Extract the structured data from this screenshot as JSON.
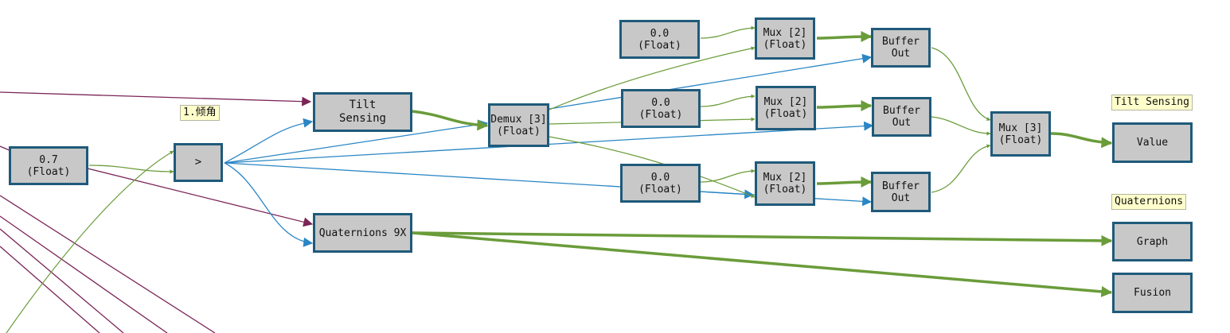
{
  "nodes": {
    "const_07": "0.7\n(Float)",
    "compare": ">",
    "tilt": "Tilt\nSensing",
    "quat9x": "Quaternions 9X",
    "demux": "Demux [3]\n(Float)",
    "const_a": "0.0\n(Float)",
    "const_b": "0.0\n(Float)",
    "const_c": "0.0\n(Float)",
    "mux2_a": "Mux [2]\n(Float)",
    "mux2_b": "Mux [2]\n(Float)",
    "mux2_c": "Mux [2]\n(Float)",
    "buf_a": "Buffer\nOut",
    "buf_b": "Buffer\nOut",
    "buf_c": "Buffer\nOut",
    "mux3": "Mux [3]\n(Float)",
    "value": "Value",
    "graph": "Graph",
    "fusion": "Fusion"
  },
  "labels": {
    "tilt_angle": "1.倾角",
    "tilt_sensing": "Tilt Sensing",
    "quaternions": "Quaternions"
  },
  "colors": {
    "node_fill": "#c8c8c8",
    "node_border": "#1f5a7a",
    "wire_green": "#6a9c3a",
    "wire_blue": "#2a86c4",
    "wire_purple": "#7a2457",
    "label_bg": "#ffffcc"
  }
}
